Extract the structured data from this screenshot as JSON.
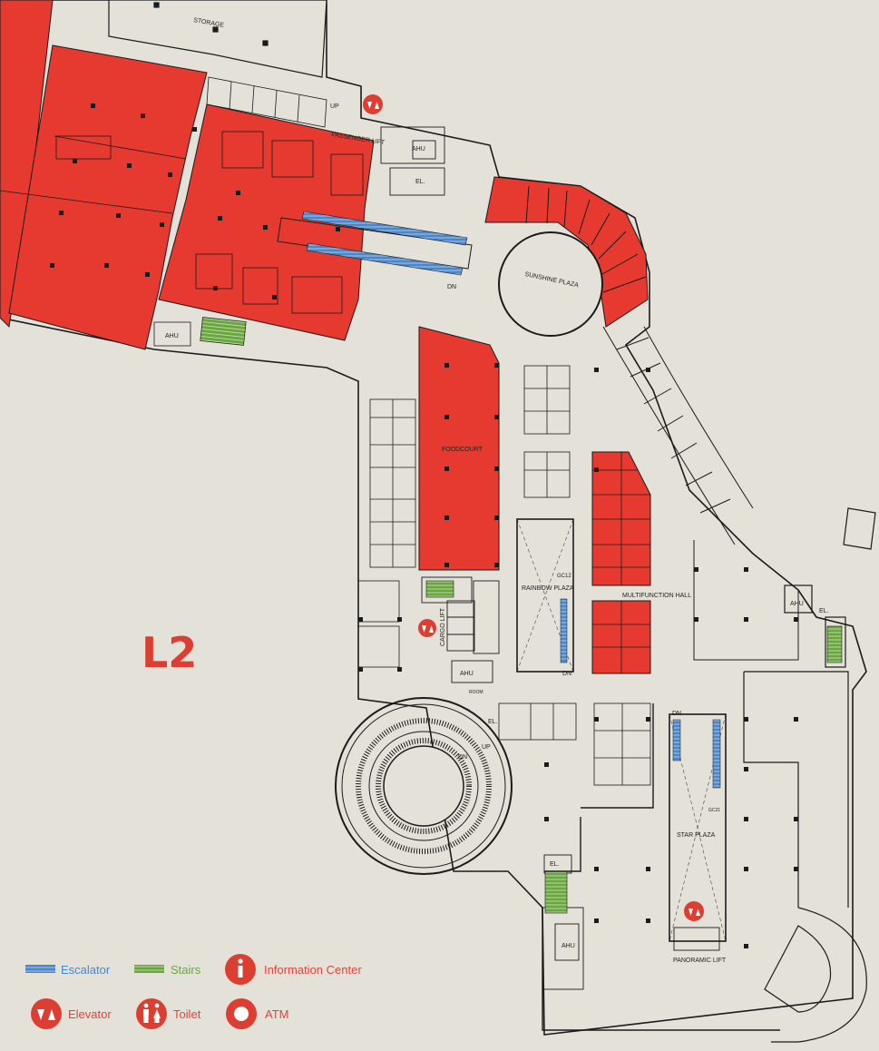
{
  "floor": {
    "label": "L2"
  },
  "colors": {
    "background": "#e4e1d9",
    "retail": "#e63a30",
    "escalator": "#4a86c8",
    "stairs": "#6aa640",
    "icon": "#dc3f32",
    "wall": "#1b1b1b"
  },
  "areas": {
    "storage": "STORAGE",
    "foodcourt": "FOODCOURT",
    "sunshine_plaza": "SUNSHINE PLAZA",
    "rainbow_plaza": "RAINBOW PLAZA",
    "multifunction_hall": "MULTIFUNCTION HALL",
    "star_plaza": "STAR PLAZA"
  },
  "labels": {
    "passenger_lift": "PASSENGER LIFT",
    "cargo_lift": "CARGO LIFT",
    "panoramic_lift": "PANORAMIC LIFT",
    "ahu": "AHU",
    "el": "EL.",
    "up": "UP",
    "dn": "DN",
    "room": "ROOM",
    "gc": "GC12",
    "gc21": "GC21"
  },
  "legend": {
    "escalator": "Escalator",
    "stairs": "Stairs",
    "information_center": "Information Center",
    "elevator": "Elevator",
    "toilet": "Toilet",
    "atm": "ATM"
  }
}
